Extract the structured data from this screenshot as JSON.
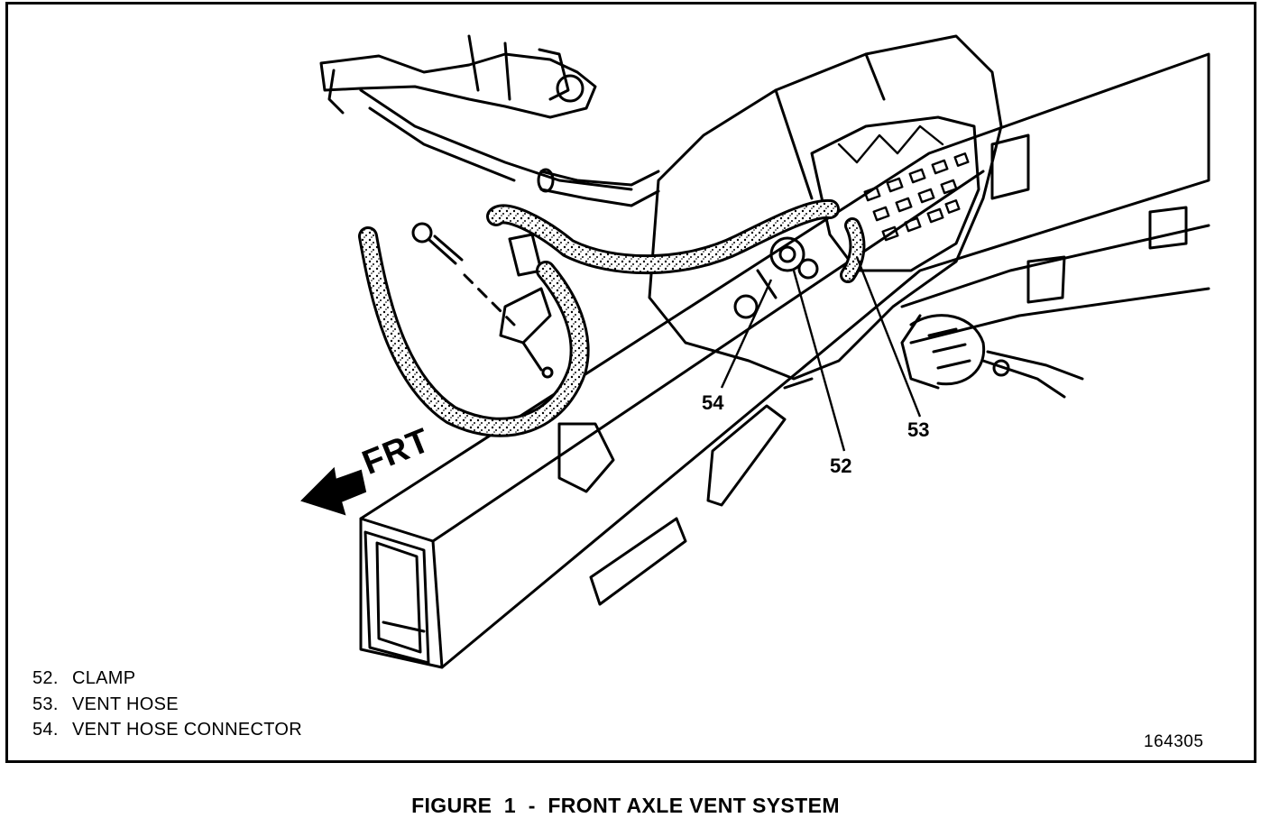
{
  "direction_label": "FRT",
  "callouts": {
    "c52": "52",
    "c53": "53",
    "c54": "54"
  },
  "legend": [
    {
      "num": "52.",
      "text": "CLAMP"
    },
    {
      "num": "53.",
      "text": "VENT HOSE"
    },
    {
      "num": "54.",
      "text": "VENT HOSE CONNECTOR"
    }
  ],
  "figure_id": "164305",
  "caption": "FIGURE  1  -  FRONT AXLE VENT SYSTEM"
}
